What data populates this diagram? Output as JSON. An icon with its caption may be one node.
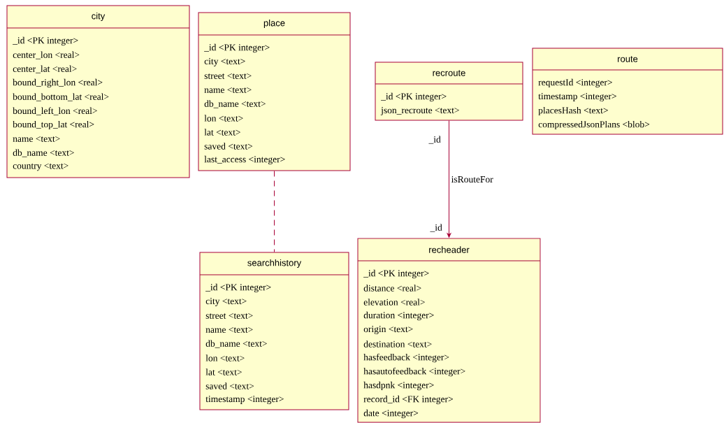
{
  "diagram": {
    "nodes": [
      {
        "text": [
          "city",
          "_id <PK integer>",
          "center_lon <real>",
          "center_lat <real>",
          "bound_right_lon <real>",
          "bound_bottom_lat <real>",
          "bound_left_lon <real>",
          "bound_top_lat <real>",
          "name <text>",
          "db_name <text>",
          "country <text>"
        ]
      },
      {
        "text": [
          "place",
          "_id <PK integer>",
          "city <text>",
          "street <text>",
          "name <text>",
          "db_name <text>",
          "lon <text>",
          "lat <text>",
          "saved <text>",
          "last_access <integer>"
        ]
      },
      {
        "text": [
          "recroute",
          "_id <PK integer>",
          "json_recroute <text>"
        ]
      },
      {
        "text": [
          "route",
          "requestId <integer>",
          "timestamp <integer>",
          "placesHash <text>",
          "compressedJsonPlans <blob>"
        ]
      },
      {
        "text": [
          "searchhistory",
          "_id <PK integer>",
          "city <text>",
          "street <text>",
          "name <text>",
          "db_name <text>",
          "lon <text>",
          "lat <text>",
          "saved <text>",
          "timestamp <integer>"
        ]
      },
      {
        "text": [
          "recheader",
          "_id <PK integer>",
          "distance <real>",
          "elevation <real>",
          "duration <integer>",
          "origin <text>",
          "destination <text>",
          "hasfeedback <integer>",
          "hasautofeedback <integer>",
          "hasdpnk <integer>",
          "record_id <FK integer>",
          "date <integer>"
        ]
      }
    ],
    "edges": [
      {
        "from": 1,
        "to": 4,
        "arrow": "none",
        "style": "dashed"
      },
      {
        "from": 2,
        "to": 5,
        "arrow": "to",
        "label": "isRouteFor"
      }
    ],
    "labels": [
      "_id",
      "_id"
    ]
  }
}
